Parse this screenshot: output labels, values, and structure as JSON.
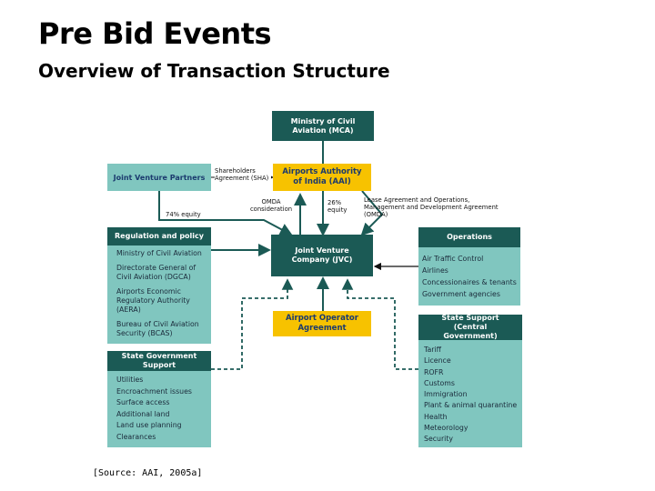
{
  "title": "Pre Bid Events",
  "subtitle": "Overview of Transaction Structure",
  "source": "[Source: AAI, 2005a]",
  "nodes": {
    "mca": "Ministry of Civil Aviation (MCA)",
    "jv_partners": "Joint Venture Partners",
    "aai": "Airports Authority of India (AAI)",
    "jvc": "Joint Venture Company (JVC)",
    "aoa": "Airport Operator Agreement"
  },
  "labels": {
    "sha": "Shareholders Agreement (SHA)",
    "equity74": "74% equity",
    "omda": "OMDA consideration",
    "equity26": "26% equity",
    "lease": "Lease Agreement and Operations, Management and Development Agreement (OMDA)"
  },
  "regulation": {
    "header": "Regulation and policy",
    "items": [
      "Ministry of Civil Aviation",
      "Directorate General of Civil Aviation (DGCA)",
      "Airports Economic Regulatory Authority (AERA)",
      "Bureau of Civil Aviation Security (BCAS)"
    ]
  },
  "state_gov": {
    "header": "State Government Support",
    "items": [
      "Utilities",
      "Encroachment issues",
      "Surface access",
      "Additional land",
      "Land use planning",
      "Clearances"
    ]
  },
  "operations": {
    "header": "Operations",
    "items": [
      "Air Traffic Control",
      "Airlines",
      "Concessionaires & tenants",
      "Government agencies"
    ]
  },
  "central_gov": {
    "header": "State Support (Central Government)",
    "items": [
      "Tariff",
      "Licence",
      "ROFR",
      "Customs",
      "Immigration",
      "Plant & animal quarantine",
      "Health",
      "Meteorology",
      "Security"
    ]
  },
  "colors": {
    "dark_teal": "#1b5a55",
    "light_teal": "#80c6bf",
    "yellow": "#f7c200",
    "navy_text": "#1b3a6e"
  }
}
